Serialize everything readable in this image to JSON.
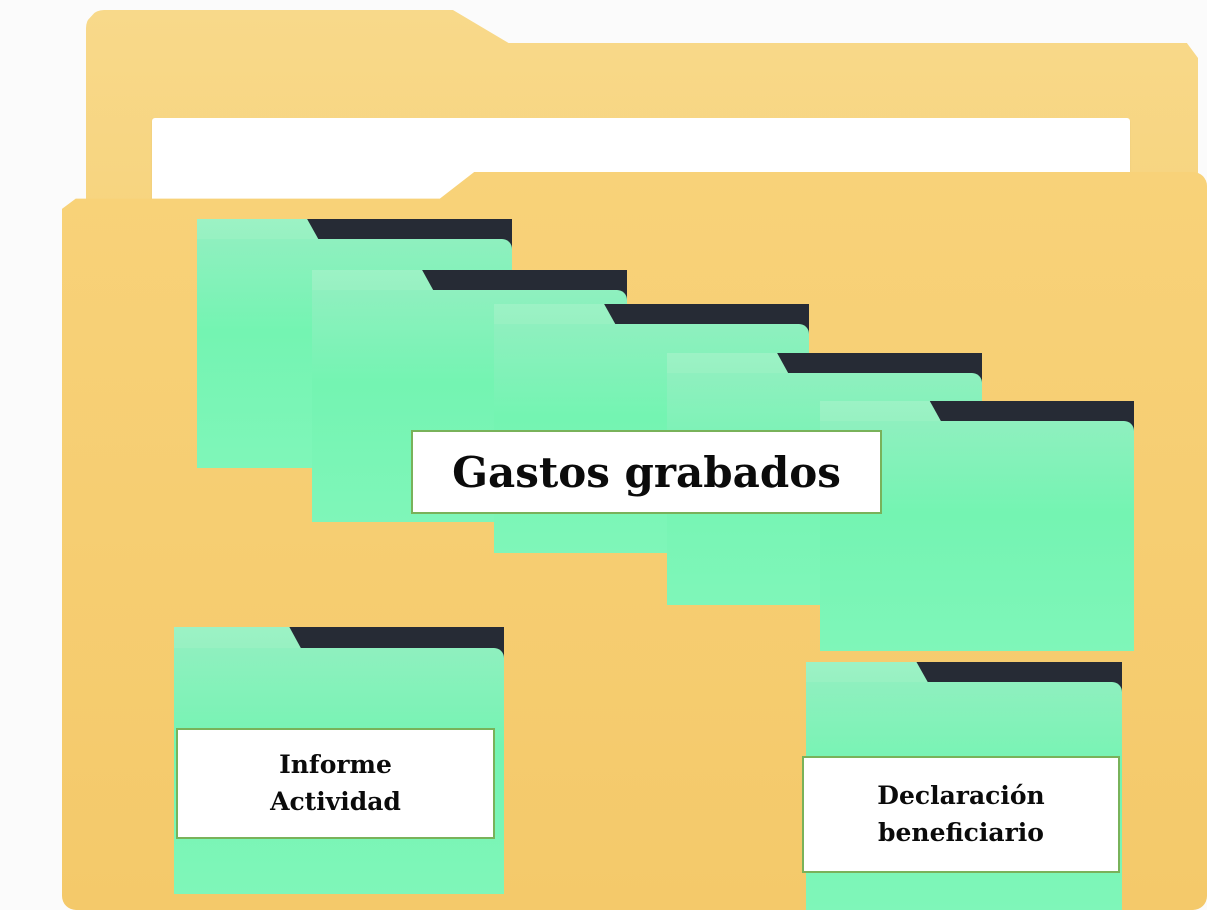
{
  "main_label": "Gastos grabados",
  "informe": {
    "line1": "Informe",
    "line2": "Actividad"
  },
  "declaracion": {
    "line1": "Declaración",
    "line2": "beneficiario"
  },
  "colors": {
    "folder_yellow": "#f6d27a",
    "folder_green": "#74f4b2",
    "folder_tab_dark": "#262b35",
    "label_border": "#79b25a"
  }
}
